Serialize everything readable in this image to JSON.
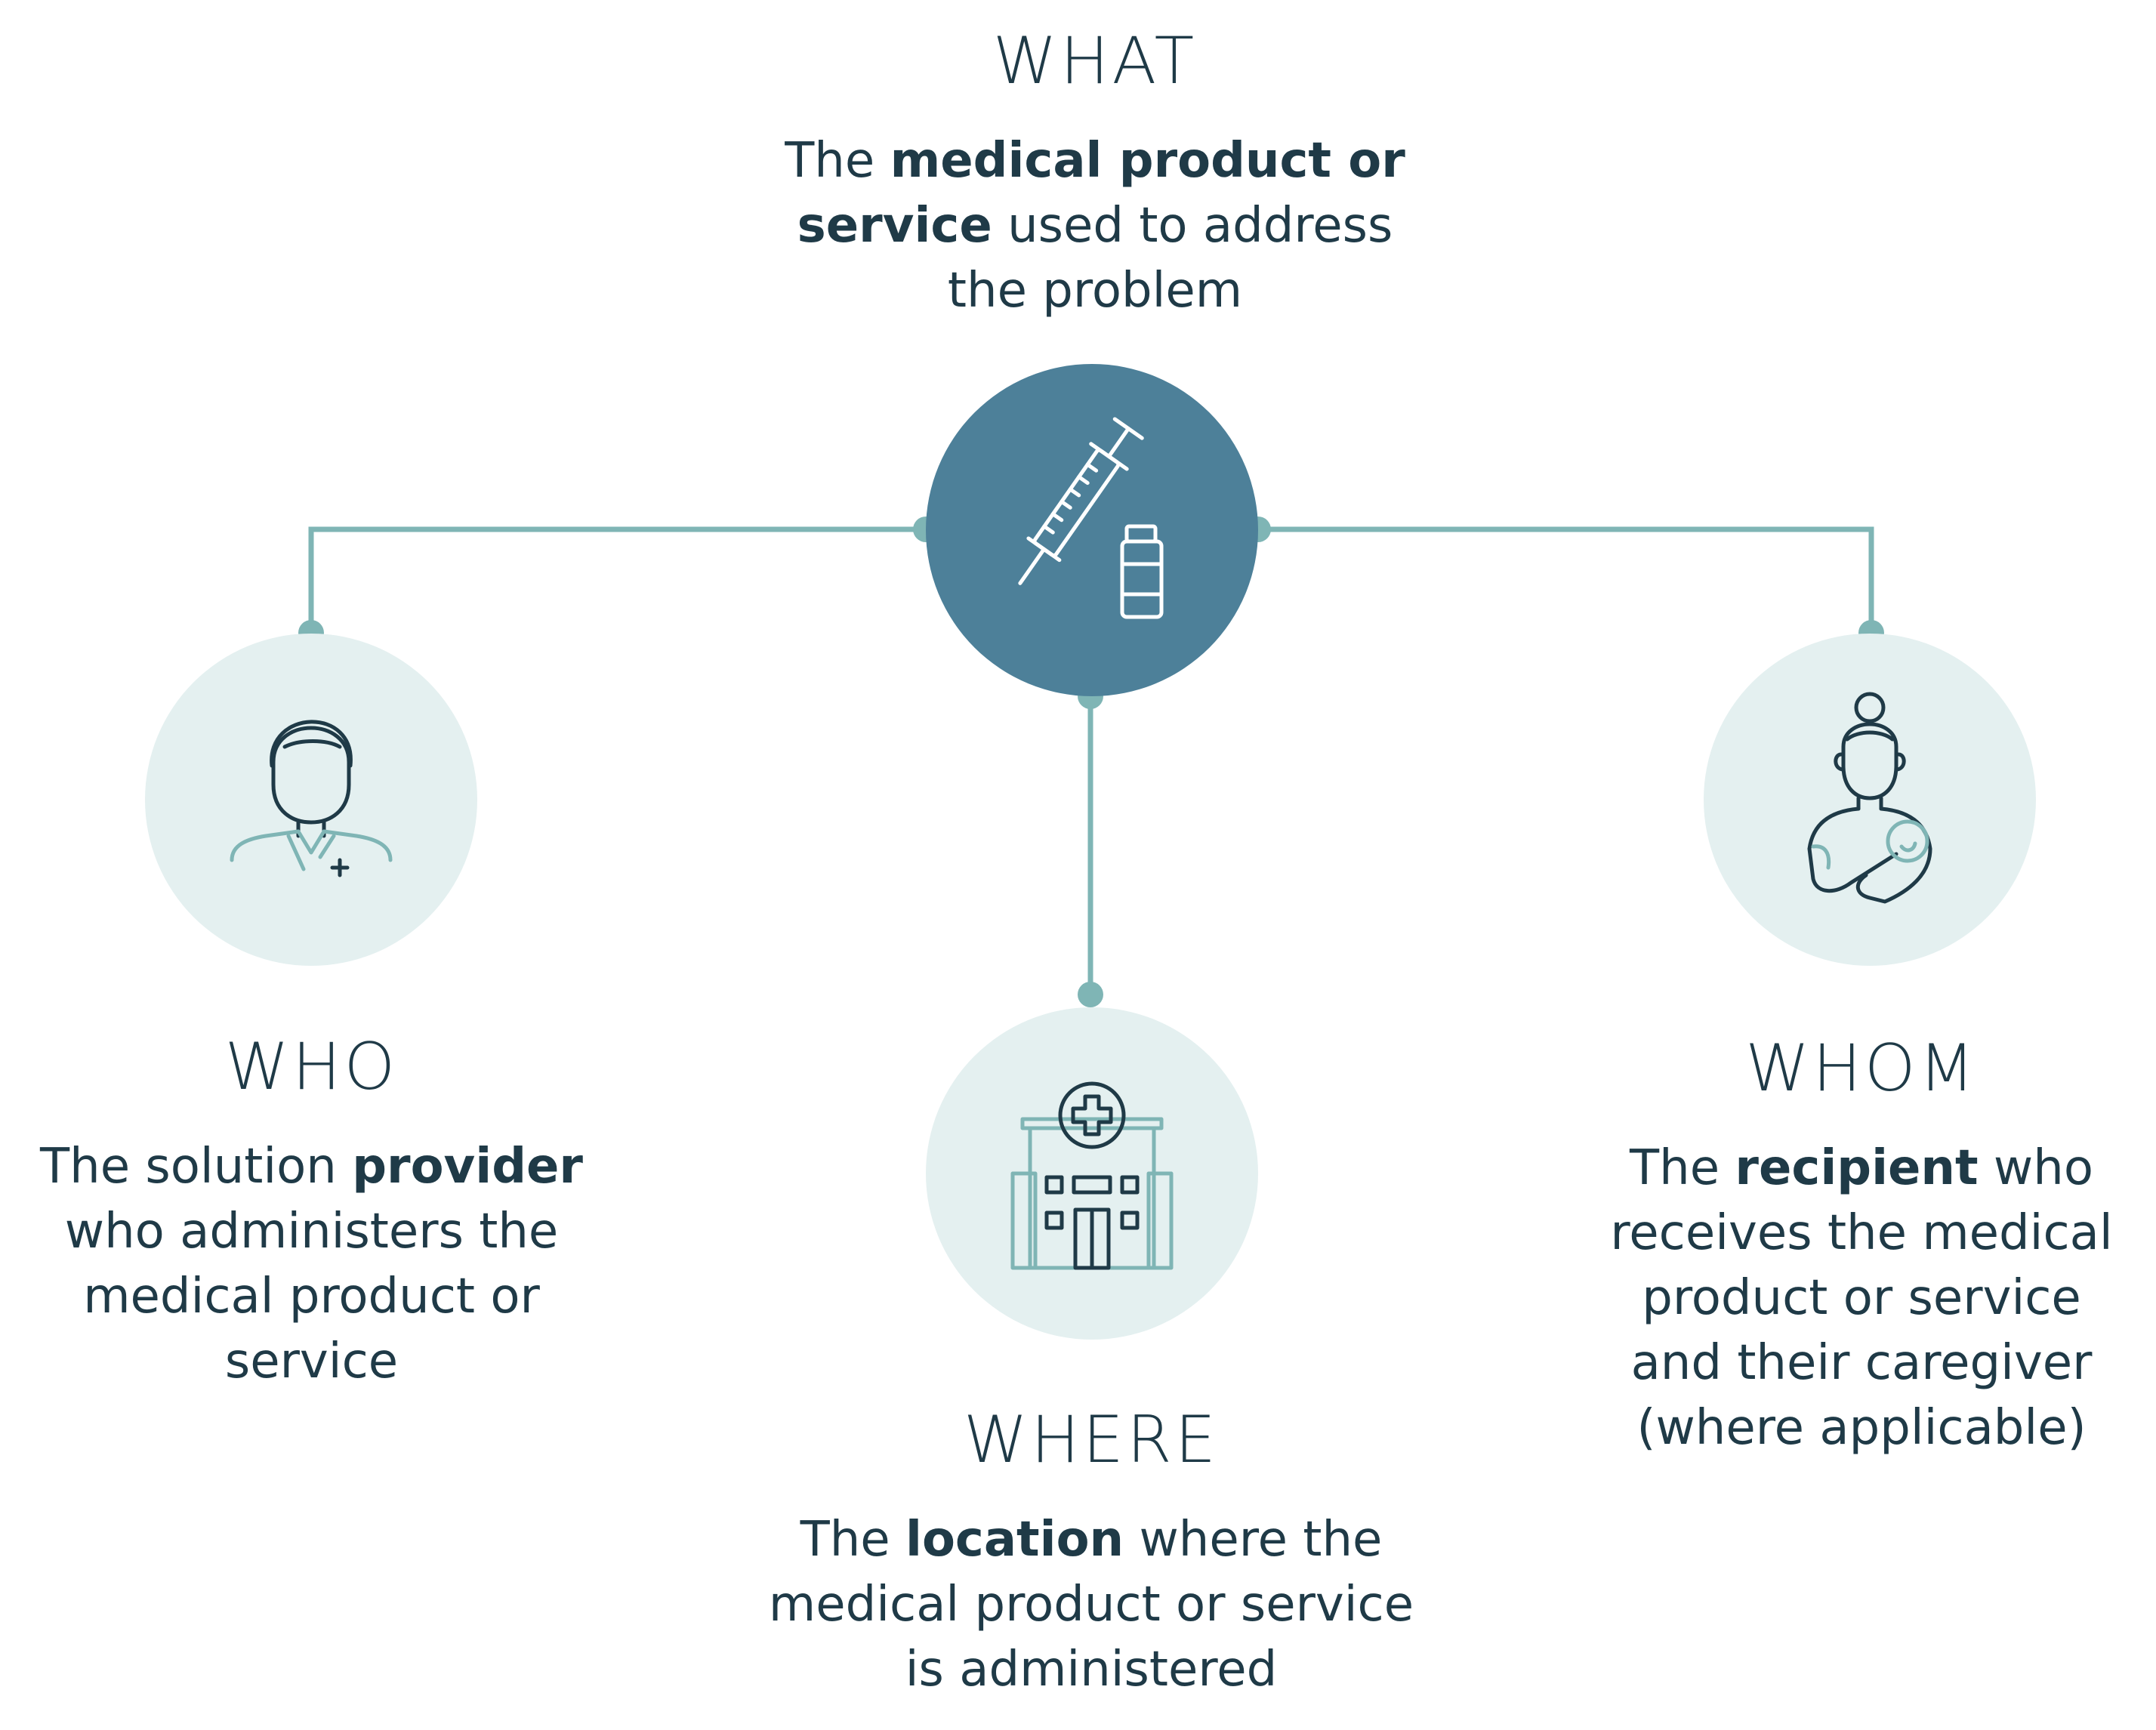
{
  "what": {
    "heading": "WHAT",
    "line1_pre": "The ",
    "line1_bold": "medical product or",
    "line2_bold": "service",
    "line2_post": " used to address",
    "line3": "the problem"
  },
  "who": {
    "heading": "WHO",
    "line1_pre": "The solution ",
    "line1_bold": "provider",
    "line2": "who administers the",
    "line3": "medical product or",
    "line4": "service"
  },
  "where": {
    "heading": "WHERE",
    "line1_pre": "The ",
    "line1_bold": "location",
    "line1_post": " where the",
    "line2": "medical product or service",
    "line3": "is administered"
  },
  "whom": {
    "heading": "WHOM",
    "line1_pre": "The ",
    "line1_bold": "recipient",
    "line1_post": " who",
    "line2": "receives the medical",
    "line3": "product or service",
    "line4": "and their caregiver",
    "line5": "(where applicable)"
  },
  "icons": {
    "center": "syringe-vial-icon",
    "who": "doctor-icon",
    "where": "hospital-icon",
    "whom": "mother-baby-icon"
  },
  "colors": {
    "center_circle": "#4d8099",
    "light_circle": "#e4f0f0",
    "connector": "#7fb5b5",
    "text": "#1f3a47"
  }
}
